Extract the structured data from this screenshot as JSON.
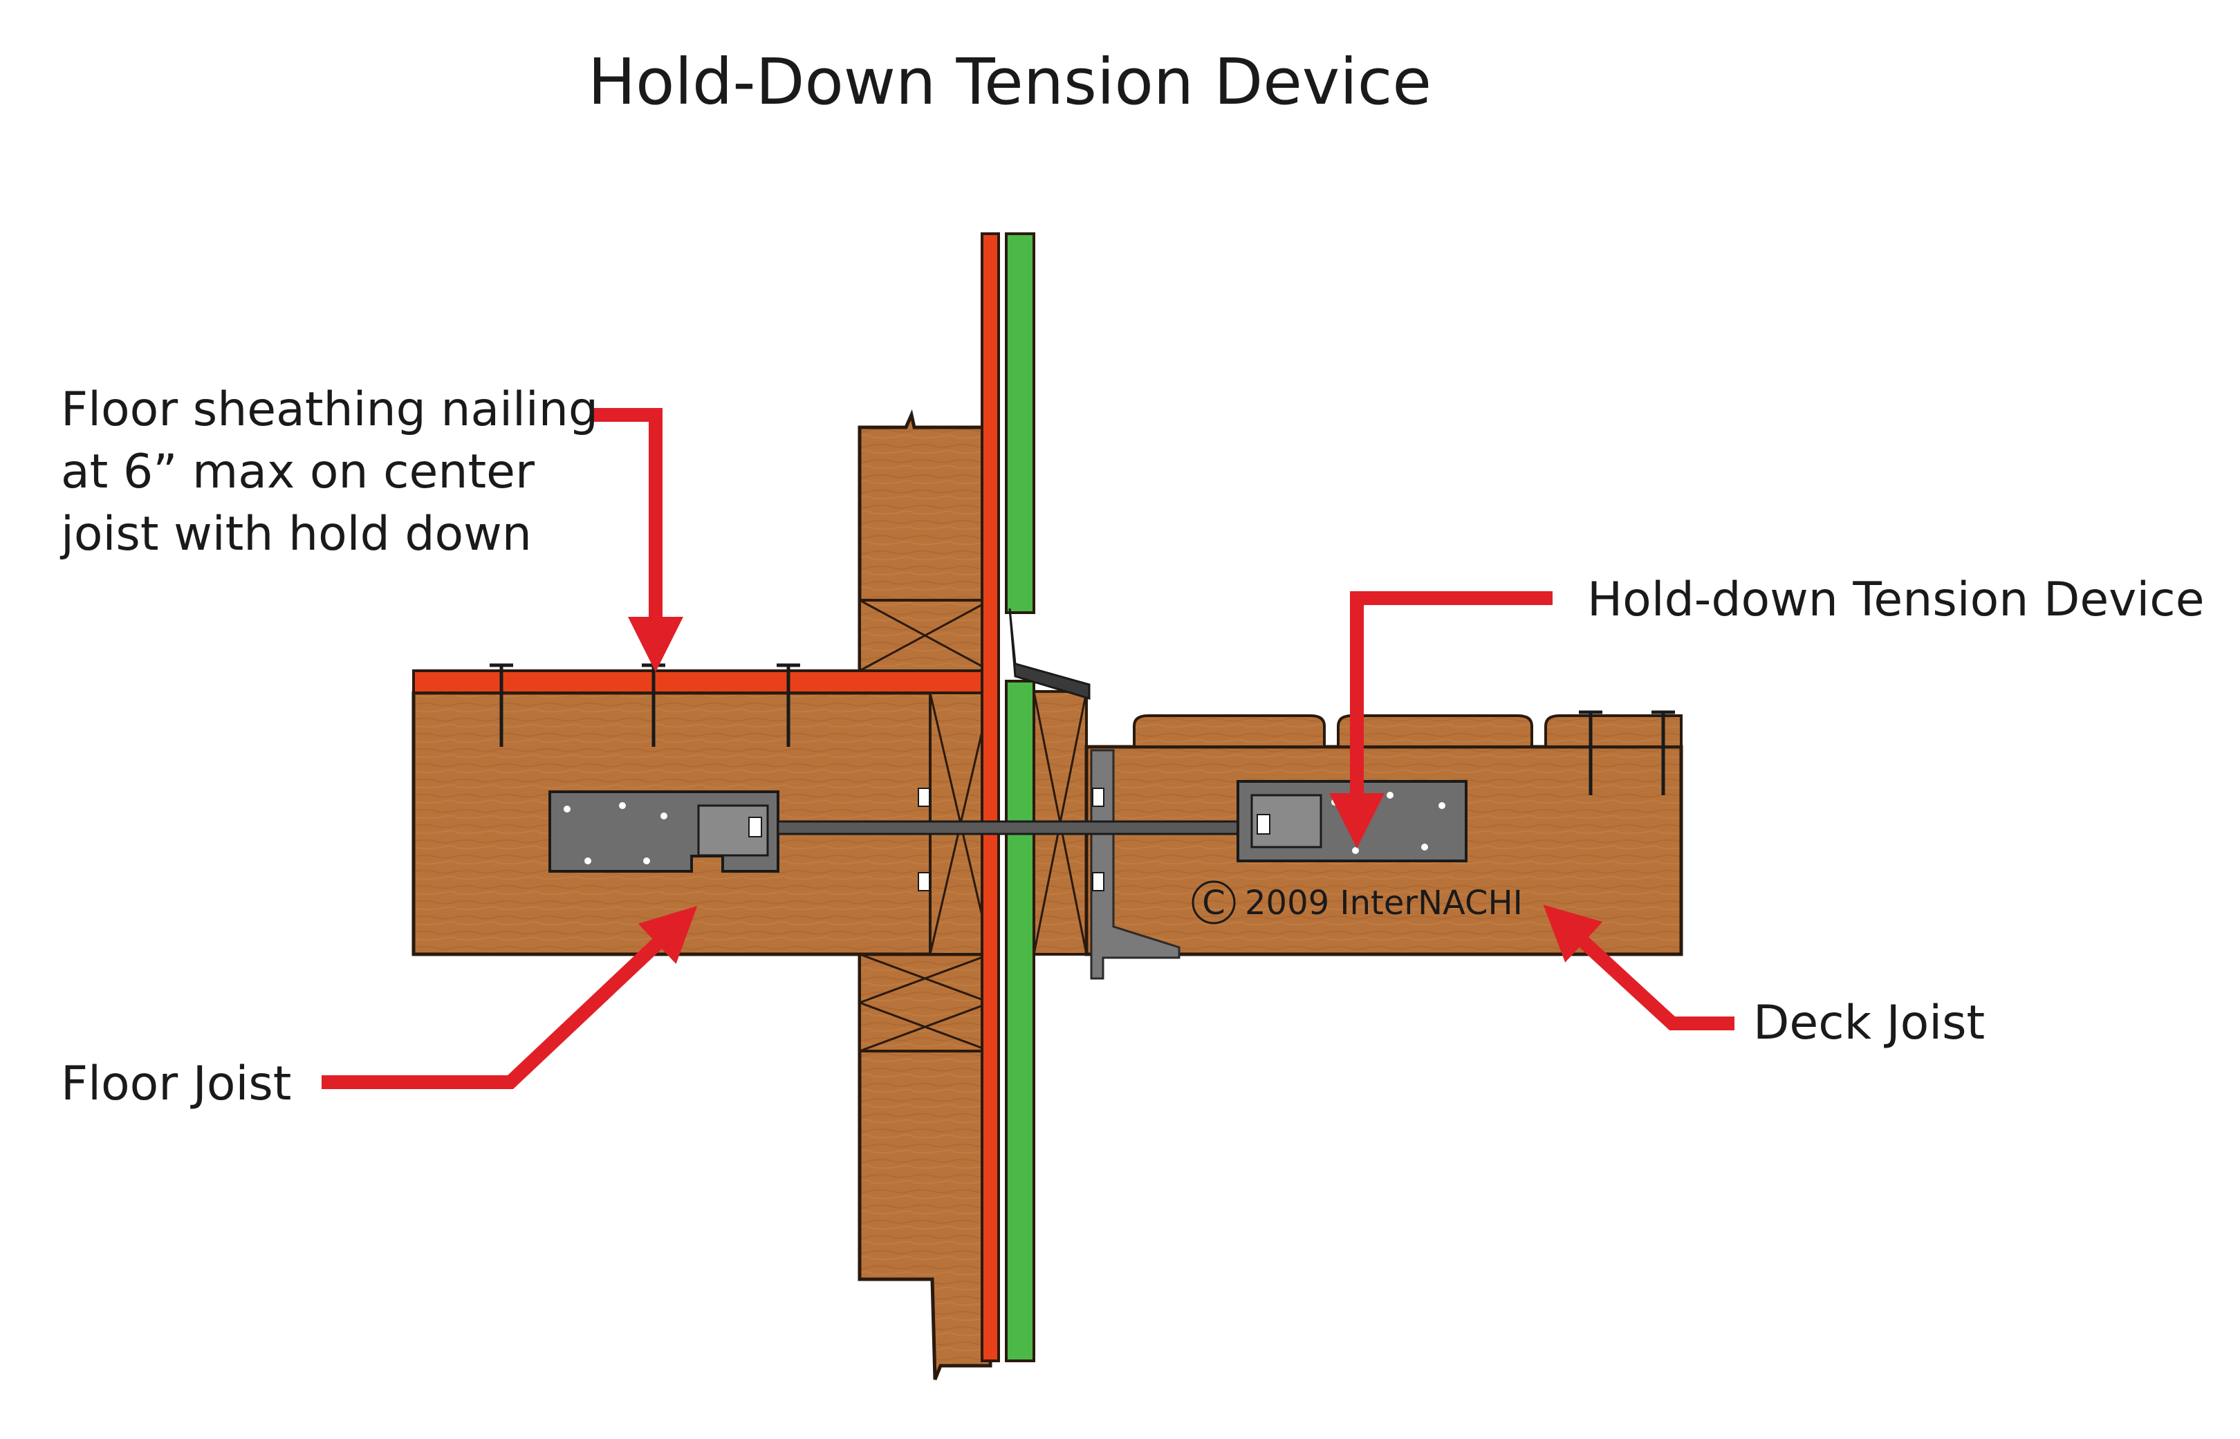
{
  "title": "Hold-Down Tension Device",
  "labels": {
    "floor_sheathing_line1": "Floor sheathing nailing",
    "floor_sheathing_line2": "at 6” max on center",
    "floor_sheathing_line3": "joist with hold down",
    "hold_down_device": "Hold-down Tension Device",
    "floor_joist": "Floor Joist",
    "deck_joist": "Deck Joist"
  },
  "copyright": {
    "symbol": "C",
    "text": "2009  InterNACHI"
  },
  "colors": {
    "wood": "#b8733a",
    "wood_grain": "#a0602e",
    "outline": "#2a1a0e",
    "sheathing": "#e8411a",
    "siding": "#4cb848",
    "metal": "#6e6e6e",
    "arrow": "#e02026",
    "flashing": "#3a3a3a"
  }
}
